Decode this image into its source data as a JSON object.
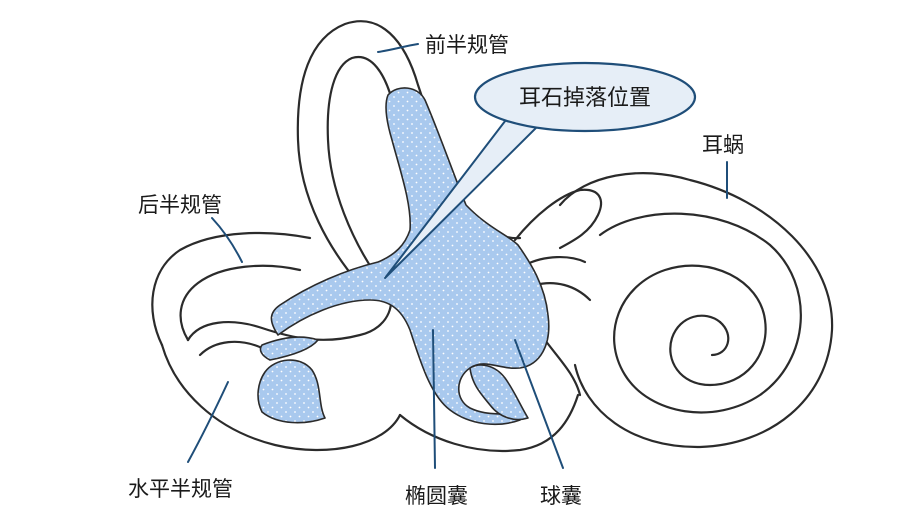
{
  "labels": {
    "anterior_canal": "前半规管",
    "posterior_canal": "后半规管",
    "horizontal_canal": "水平半规管",
    "cochlea": "耳蜗",
    "utricle": "椭圆囊",
    "saccule": "球囊"
  },
  "callout": {
    "text": "耳石掉落位置"
  },
  "colors": {
    "fluid": "#a9c9ee",
    "callout_fill": "#e6eef7",
    "callout_stroke": "#1f4e79",
    "leader": "#1f4e79",
    "outline": "#2b2b2b"
  }
}
